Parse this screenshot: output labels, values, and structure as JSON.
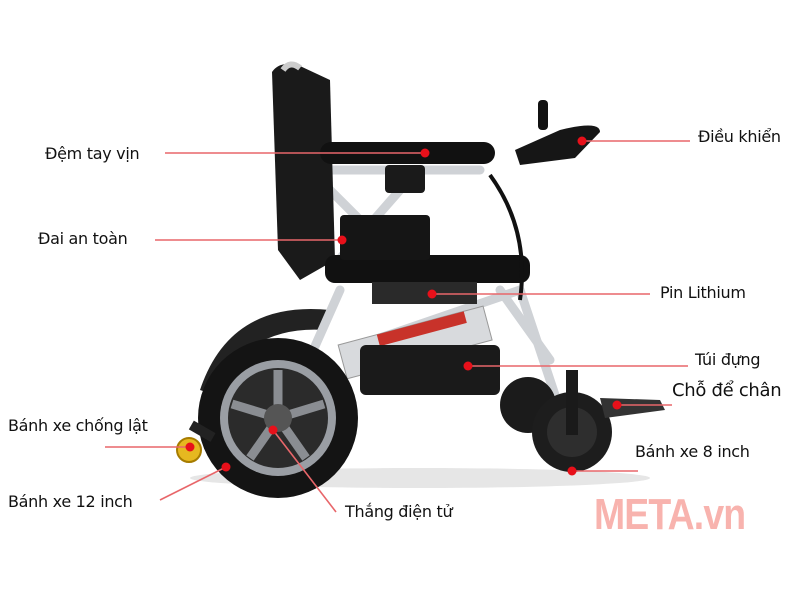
{
  "labels": {
    "armrest_pad": "Đệm tay vịn",
    "controller": "Điều khiển",
    "seat_belt": "Đai an toàn",
    "battery": "Pin Lithium",
    "storage_bag": "Túi đựng",
    "footrest": "Chỗ để chân",
    "anti_tip_wheel": "Bánh xe chống lật",
    "rear_wheel": "Bánh xe 12 inch",
    "electromagnetic_brake": "Thắng điện tử",
    "front_wheel": "Bánh xe 8 inch"
  },
  "watermark": "META.vn",
  "colors": {
    "leader_line": "#e8666a",
    "marker_dot": "#e8101a",
    "watermark": "#f8b3ae"
  }
}
